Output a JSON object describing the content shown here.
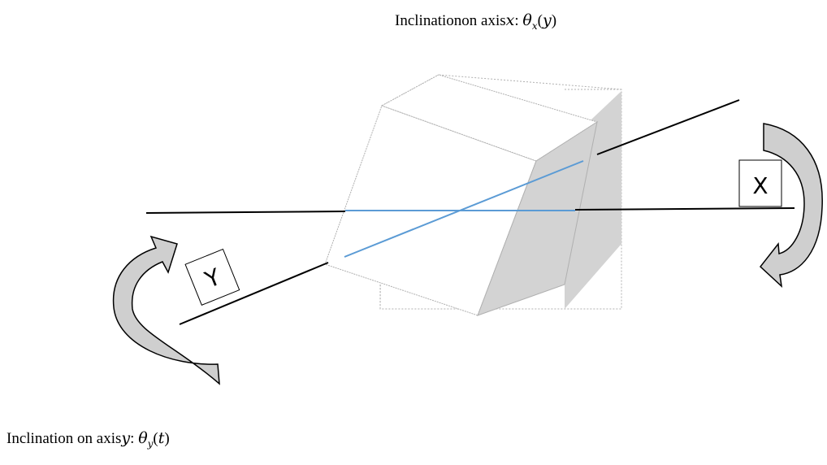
{
  "captions": {
    "x_prefix": "Inclinationon axis",
    "x_axis_symbol": "x",
    "x_sep": ": ",
    "x_theta": "θ",
    "x_theta_sub": "x",
    "x_arg": "(",
    "x_arg_var": "y",
    "x_arg_close": ")",
    "y_prefix": "Inclination on axis",
    "y_axis_symbol": "y",
    "y_sep": ": ",
    "y_theta": "θ",
    "y_theta_sub": "y",
    "y_arg": "(",
    "y_arg_var": "t",
    "y_arg_close": ")"
  },
  "labels": {
    "x_box": "X",
    "y_box": "Y"
  },
  "colors": {
    "axis_line": "#000000",
    "inner_line": "#5b9bd5",
    "shaded_face": "#d3d3d3",
    "arrow_fill": "#cfcfcf",
    "dashed_edge": "#b0b0b0"
  }
}
